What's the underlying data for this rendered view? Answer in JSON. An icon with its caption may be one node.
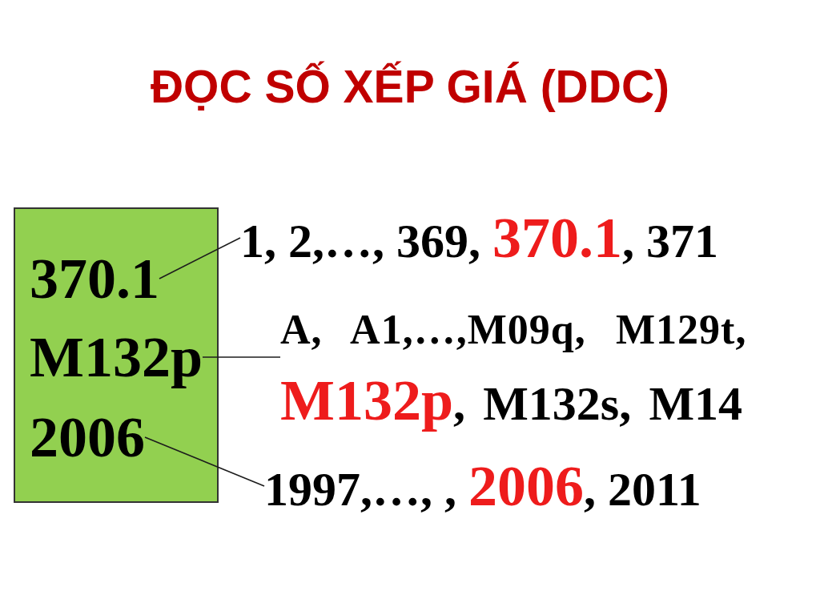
{
  "diagram": {
    "title": "ĐỌC SỐ XẾP GIÁ (DDC)",
    "nodes": [
      {
        "text": [],
        "shape": "box"
      },
      {
        "text": [
          "370.1"
        ],
        "in": 0
      },
      {
        "text": [
          "M132p"
        ],
        "in": 0
      },
      {
        "text": [
          "2006"
        ],
        "in": 0
      },
      {
        "text": [
          "1, 2,…, 369, **370.1**, 371"
        ]
      },
      {
        "text": [
          "A, A1,…,M09q, M129t, **M132p**, M132s, M14"
        ]
      },
      {
        "text": [
          "1997,…, , **2006**, 2011"
        ]
      }
    ],
    "edges": [
      {
        "from": 1,
        "to": 4,
        "arrow": "none"
      },
      {
        "from": 2,
        "to": 5,
        "arrow": "none"
      },
      {
        "from": 3,
        "to": 6,
        "arrow": "none"
      }
    ]
  }
}
